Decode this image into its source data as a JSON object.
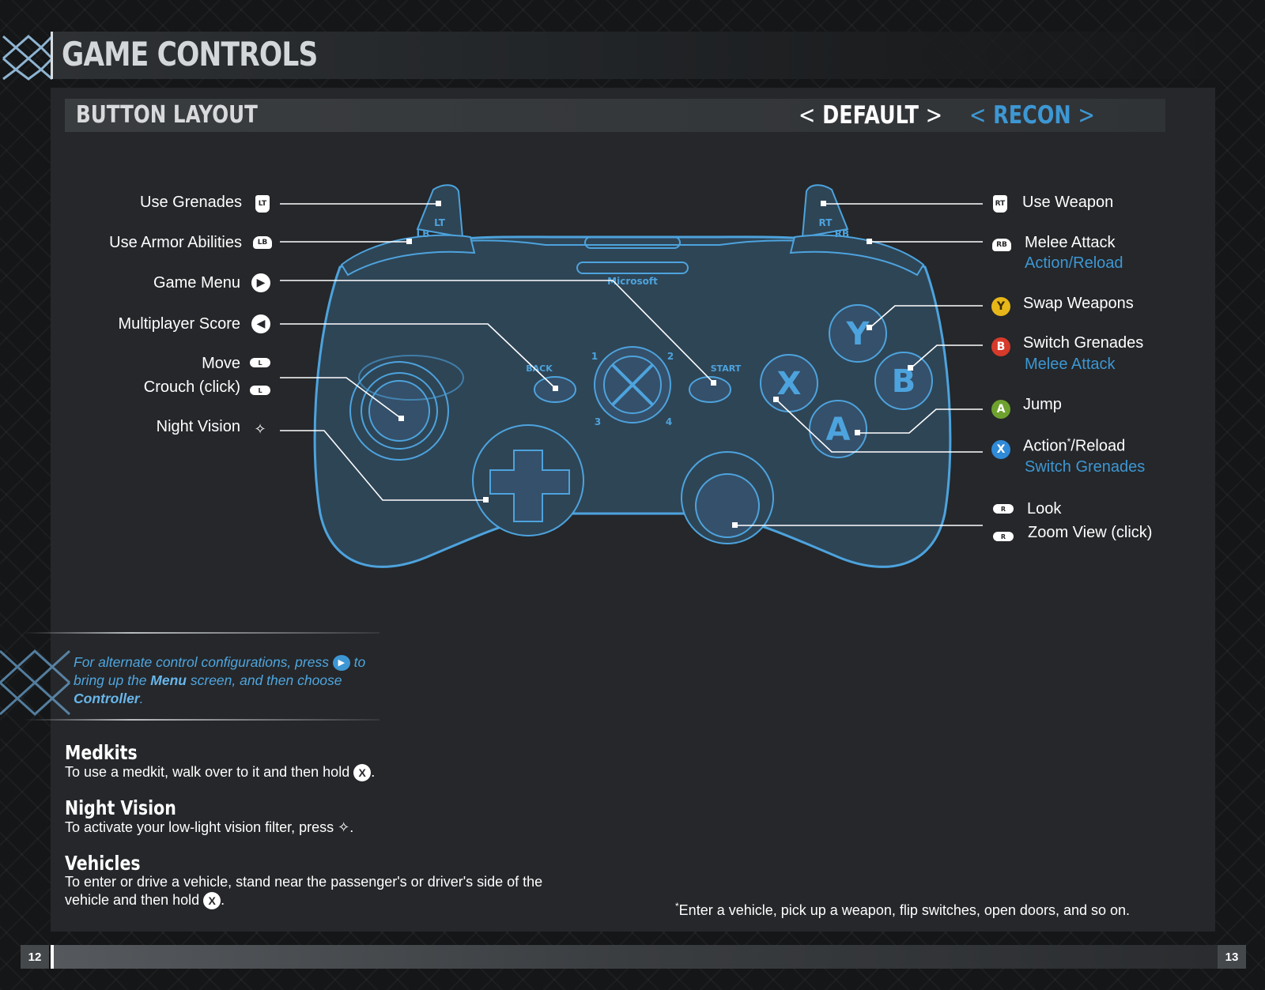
{
  "page_title": "GAME CONTROLS",
  "section_title": "BUTTON LAYOUT",
  "presets": {
    "default": {
      "label": "DEFAULT",
      "left_arrow": "<",
      "right_arrow": ">"
    },
    "recon": {
      "label": "RECON",
      "left_arrow": "<",
      "right_arrow": ">"
    }
  },
  "left_labels": {
    "lt": {
      "text": "Use Grenades",
      "icon": "LT"
    },
    "lb": {
      "text": "Use Armor Abilities",
      "icon": "LB"
    },
    "start": {
      "text": "Game Menu",
      "icon": "▶"
    },
    "back": {
      "text": "Multiplayer Score",
      "icon": "◀"
    },
    "ls_move": {
      "text": "Move",
      "icon": "L"
    },
    "ls_click": {
      "text": "Crouch (click)",
      "icon": "L"
    },
    "dpad": {
      "text": "Night Vision",
      "icon": "✧"
    }
  },
  "right_labels": {
    "rt": {
      "text": "Use Weapon",
      "icon": "RT"
    },
    "rb": {
      "text": "Melee Attack",
      "alt": "Action/Reload",
      "icon": "RB"
    },
    "y": {
      "text": "Swap Weapons",
      "icon": "Y"
    },
    "b": {
      "text": "Switch Grenades",
      "alt": "Melee Attack",
      "icon": "B"
    },
    "a": {
      "text": "Jump",
      "icon": "A"
    },
    "x": {
      "text_main": "Action",
      "text_star": "*",
      "text_rest": "/Reload",
      "alt": "Switch Grenades",
      "icon": "X"
    },
    "rs_look": {
      "text": "Look",
      "icon": "R"
    },
    "rs_click": {
      "text": "Zoom View (click)",
      "icon": "R"
    }
  },
  "controller_markings": {
    "lt": "LT",
    "lb": "LB",
    "rt": "RT",
    "rb": "RB",
    "y": "Y",
    "b": "B",
    "a": "A",
    "x": "X",
    "back": "BACK",
    "start": "START",
    "brand": "Microsoft",
    "q1": "1",
    "q2": "2",
    "q3": "3",
    "q4": "4"
  },
  "note": {
    "p1": "For alternate control configurations, press ",
    "p2": " to bring up the ",
    "menu": "Menu",
    "p3": " screen, and then choose ",
    "controller": "Controller",
    "p4": ".",
    "icon": "▶"
  },
  "tips": {
    "medkits": {
      "title": "Medkits",
      "text": "To use a medkit, walk over to it and then hold ",
      "icon": "X",
      "end": "."
    },
    "night_vision": {
      "title": "Night Vision",
      "text": "To activate your low-light vision filter, press ",
      "icon": "✧",
      "end": "."
    },
    "vehicles": {
      "title": "Vehicles",
      "text": "To enter or drive a vehicle, stand near the passenger's or driver's side of the vehicle and then hold ",
      "icon": "X",
      "end": "."
    }
  },
  "footnote": {
    "star": "*",
    "text": "Enter a vehicle, pick up a weapon, flip switches, open doors, and so on."
  },
  "pages": {
    "left": "12",
    "right": "13"
  },
  "colors": {
    "accent_blue": "#3d97d3",
    "controller_fill": "#2e4556",
    "controller_stroke": "#4da3dd",
    "panel": "#25272a"
  }
}
